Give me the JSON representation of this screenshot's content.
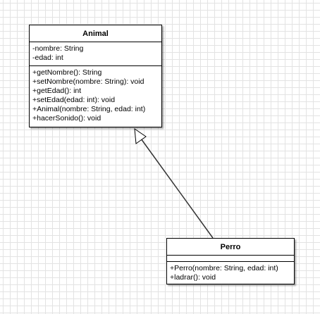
{
  "classes": {
    "animal": {
      "name": "Animal",
      "attributes": [
        "-nombre: String",
        "-edad: int"
      ],
      "operations": [
        "+getNombre(): String",
        "+setNombre(nombre: String): void",
        "+getEdad(): int",
        "+setEdad(edad: int): void",
        "+Animal(nombre: String, edad: int)",
        "+hacerSonido(): void"
      ]
    },
    "perro": {
      "name": "Perro",
      "attributes": [],
      "operations": [
        "+Perro(nombre: String, edad: int)",
        "+ladrar(): void"
      ]
    }
  },
  "relationships": [
    {
      "type": "generalization",
      "from": "Perro",
      "to": "Animal"
    }
  ]
}
